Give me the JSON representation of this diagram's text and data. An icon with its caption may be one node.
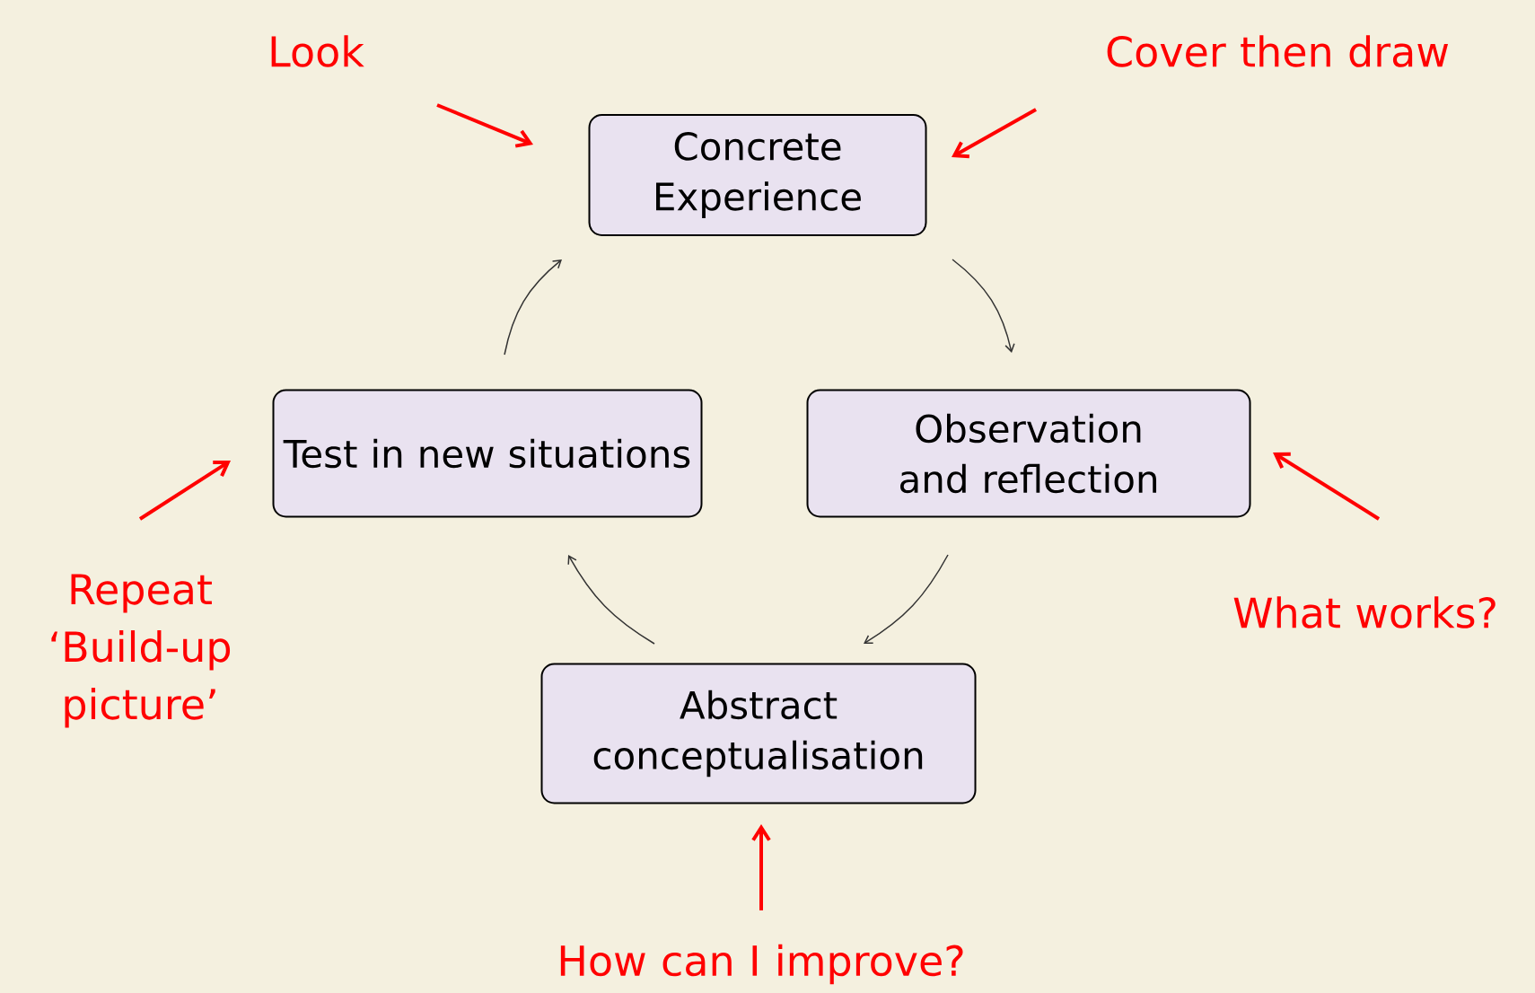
{
  "diagram": {
    "nodes": [
      {
        "text": [
          "Look"
        ]
      },
      {
        "text": [
          "Cover then draw"
        ]
      },
      {
        "text": [
          "Concrete Experience"
        ]
      },
      {
        "text": [
          "Test in new situations"
        ]
      },
      {
        "text": [
          "Observation and reflection"
        ]
      },
      {
        "text": [
          "Repeat ‘Build-up picture’"
        ]
      },
      {
        "text": [
          "What works?"
        ]
      },
      {
        "text": [
          "Abstract conceptualisation"
        ]
      },
      {
        "text": [
          "How can I improve?"
        ]
      }
    ],
    "edges": [
      {
        "from": 2,
        "to": 4,
        "arrow": "to",
        "color": "#333333"
      },
      {
        "from": 4,
        "to": 7,
        "arrow": "to",
        "color": "#333333"
      },
      {
        "from": 7,
        "to": 3,
        "arrow": "to",
        "color": "#333333"
      },
      {
        "from": 3,
        "to": 2,
        "arrow": "to",
        "color": "#333333"
      },
      {
        "from": 0,
        "to": 2,
        "arrow": "to"
      },
      {
        "from": 1,
        "to": 2,
        "arrow": "to"
      },
      {
        "from": 5,
        "to": 3,
        "arrow": "to"
      },
      {
        "from": 6,
        "to": 4,
        "arrow": "to"
      },
      {
        "from": 8,
        "to": 7,
        "arrow": "to"
      }
    ]
  }
}
